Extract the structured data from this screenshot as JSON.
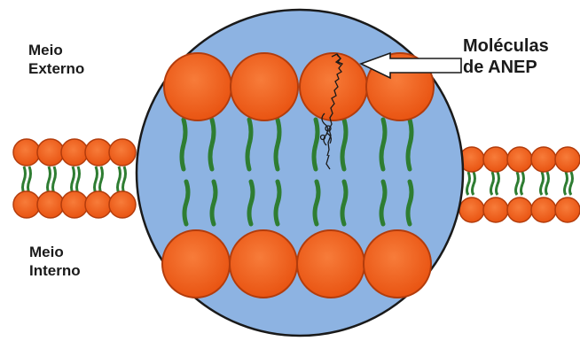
{
  "labels": {
    "outer_line1": "Meio",
    "outer_line2": "Externo",
    "inner_line1": "Meio",
    "inner_line2": "Interno",
    "molecule_line1": "Moléculas",
    "molecule_line2": "de ANEP"
  },
  "colors": {
    "sphere_fill": "#8db3e2",
    "head_fill": "#f26522",
    "head_stroke": "#b23c0c",
    "tail_green": "#2e7d32",
    "outline": "#1a1a1a"
  }
}
